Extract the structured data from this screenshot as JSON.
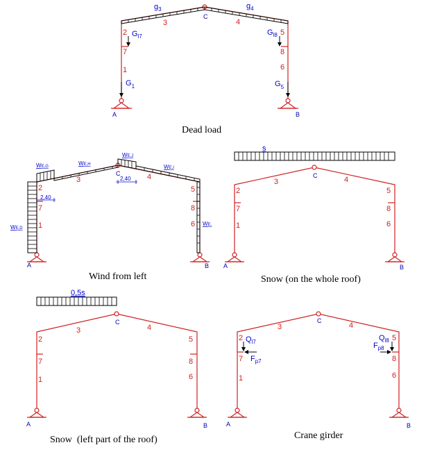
{
  "captions": {
    "dead": "Dead load",
    "wind": "Wind from left",
    "snow_full": "Snow (on the whole roof)",
    "snow_left": "Snow  (left part of the roof)",
    "crane": "Crane girder"
  },
  "nodes": {
    "a": "A",
    "b": "B",
    "c": "C"
  },
  "members": {
    "m1": "1",
    "m2": "2",
    "m3": "3",
    "m4": "4",
    "m5": "5",
    "m6": "6",
    "m7": "7",
    "m8": "8"
  },
  "dead_loads": {
    "g3": "g",
    "g3_sub": "3",
    "g4": "g",
    "g4_sub": "4",
    "gl7": "G",
    "gl7_sub": "l7",
    "gl8": "G",
    "gl8_sub": "l8",
    "g1": "G",
    "g1_sub": "1",
    "g5": "G",
    "g5_sub": "5"
  },
  "wind_loads": {
    "we_g": "W",
    "we_g_sub": "E,G",
    "we_h": "W",
    "we_h_sub": "E,H",
    "we_j": "W",
    "we_j_sub": "E,J",
    "we_i": "W",
    "we_i_sub": "E,I",
    "we_d": "W",
    "we_d_sub": "E,D",
    "we_e": "W",
    "we_e_sub": "E,",
    "dim1": "2,40",
    "dim2": "2,40"
  },
  "snow_loads": {
    "s": "s",
    "half_s": "0,5s"
  },
  "crane_loads": {
    "q7": "Q",
    "q7_sub": "l7",
    "f7": "F",
    "f7_sub": "p7",
    "q8": "Q",
    "q8_sub": "l8",
    "f8": "F",
    "f8_sub": "p8"
  },
  "colors": {
    "frame": "#d02020",
    "label": "#0000d0",
    "load": "#000000"
  }
}
